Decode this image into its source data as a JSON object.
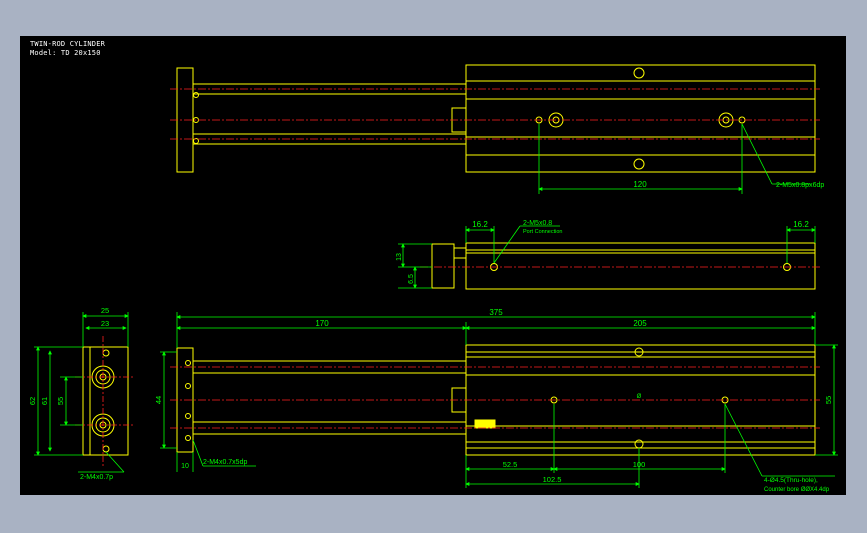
{
  "title": {
    "line1": "TWIN-ROD CYLINDER",
    "line2": "Model: TD 20x150"
  },
  "colors": {
    "background": "#000000",
    "frame": "#a9b2c3",
    "outline": "#ffff00",
    "dimension": "#00ff00",
    "centerline": "#ff2020",
    "title_text": "#ffffff"
  },
  "views": {
    "top": {
      "dim_hole_pitch": "120",
      "callout": "2-M5x0.8px6dp"
    },
    "side": {
      "dim_left_port": "16.2",
      "dim_right_port": "16.2",
      "callout_port": "2-M5x0.8",
      "callout_port_sub": "Port Connection",
      "dim_height": "13",
      "dim_center": "6.5"
    },
    "front": {
      "dim_outer_width": "25",
      "dim_inner_width": "23",
      "dim_outer_height": "62",
      "dim_mid_height": "61",
      "dim_bore_pitch": "55",
      "callout": "2-M4x0.7p"
    },
    "bottom": {
      "dim_total": "375",
      "dim_stroke": "170",
      "dim_body": "205",
      "dim_plate_height": "44",
      "dim_body_height": "55",
      "dim_plate_thk": "10",
      "callout_plate": "2-M4x0.7x5dp",
      "dim_first_hole": "52.5",
      "dim_hole_pitch": "100",
      "dim_second_hole": "102.5",
      "callout_holes": "4-Ø4.5(Thru-hole),",
      "callout_holes_sub": "Counter bore ØØX4.4dp",
      "center_label": "Ø"
    }
  }
}
